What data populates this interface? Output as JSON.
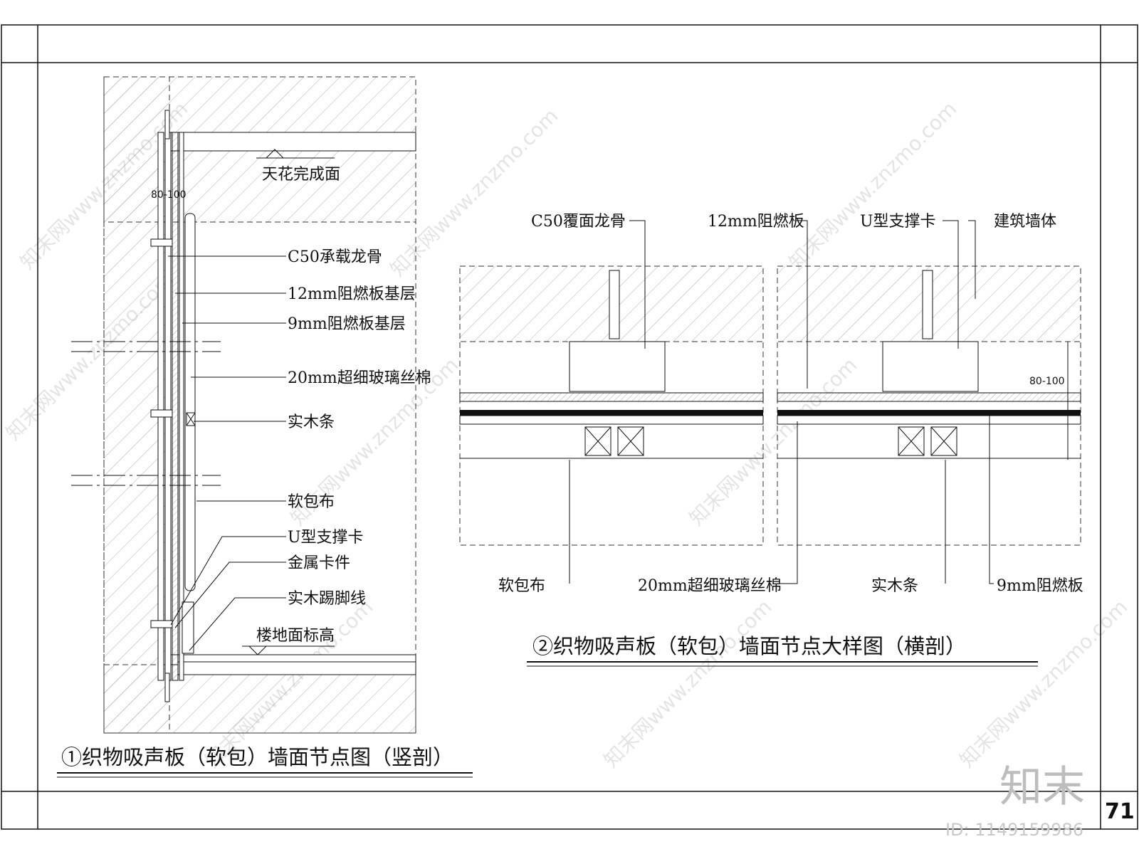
{
  "page_number": "71",
  "logo": "知末",
  "id_label": "ID: 1149159986",
  "watermark": "知末网www.znzmo.com",
  "left": {
    "title": "①织物吸声板（软包）墙面节点图（竖剖）",
    "ceiling_label": "天花完成面",
    "floor_label": "楼地面标高",
    "dim": "80-100",
    "callouts": [
      "C50承载龙骨",
      "12mm阻燃板基层",
      "9mm阻燃板基层",
      "20mm超细玻璃丝棉",
      "实木条",
      "软包布",
      "U型支撑卡",
      "金属卡件",
      "实木踢脚线"
    ]
  },
  "right": {
    "title": "②织物吸声板（软包）墙面节点大样图（横剖）",
    "dim": "80-100",
    "top_labels": [
      "C50覆面龙骨",
      "12mm阻燃板",
      "U型支撑卡",
      "建筑墙体"
    ],
    "bottom_labels": [
      "软包布",
      "20mm超细玻璃丝棉",
      "实木条",
      "9mm阻燃板"
    ]
  }
}
